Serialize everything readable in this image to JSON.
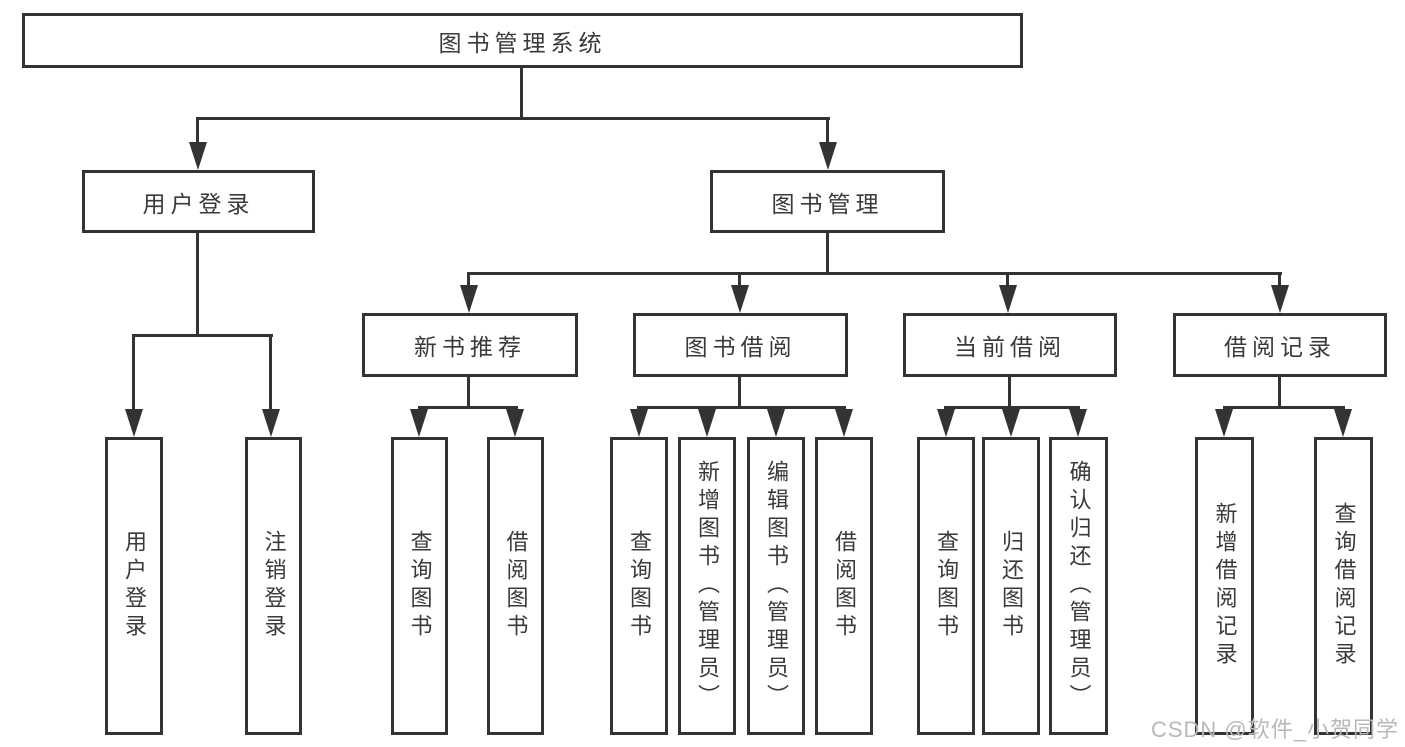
{
  "tree": {
    "root": {
      "label": "图书管理系统",
      "children": [
        {
          "label": "用户登录",
          "children": [
            {
              "label": "用户登录"
            },
            {
              "label": "注销登录"
            }
          ]
        },
        {
          "label": "图书管理",
          "children": [
            {
              "label": "新书推荐",
              "children": [
                {
                  "label": "查询图书"
                },
                {
                  "label": "借阅图书"
                }
              ]
            },
            {
              "label": "图书借阅",
              "children": [
                {
                  "label": "查询图书"
                },
                {
                  "label": "新增图书（管理员）"
                },
                {
                  "label": "编辑图书（管理员）"
                },
                {
                  "label": "借阅图书"
                }
              ]
            },
            {
              "label": "当前借阅",
              "children": [
                {
                  "label": "查询图书"
                },
                {
                  "label": "归还图书"
                },
                {
                  "label": "确认归还（管理员）"
                }
              ]
            },
            {
              "label": "借阅记录",
              "children": [
                {
                  "label": "新增借阅记录"
                },
                {
                  "label": "查询借阅记录"
                }
              ]
            }
          ]
        }
      ]
    }
  },
  "watermark": {
    "text": "CSDN @软件_小贺同学"
  },
  "colors": {
    "line": "#333333",
    "text": "#3a3a3a",
    "watermark": "#b8b8b8",
    "background": "#ffffff"
  }
}
